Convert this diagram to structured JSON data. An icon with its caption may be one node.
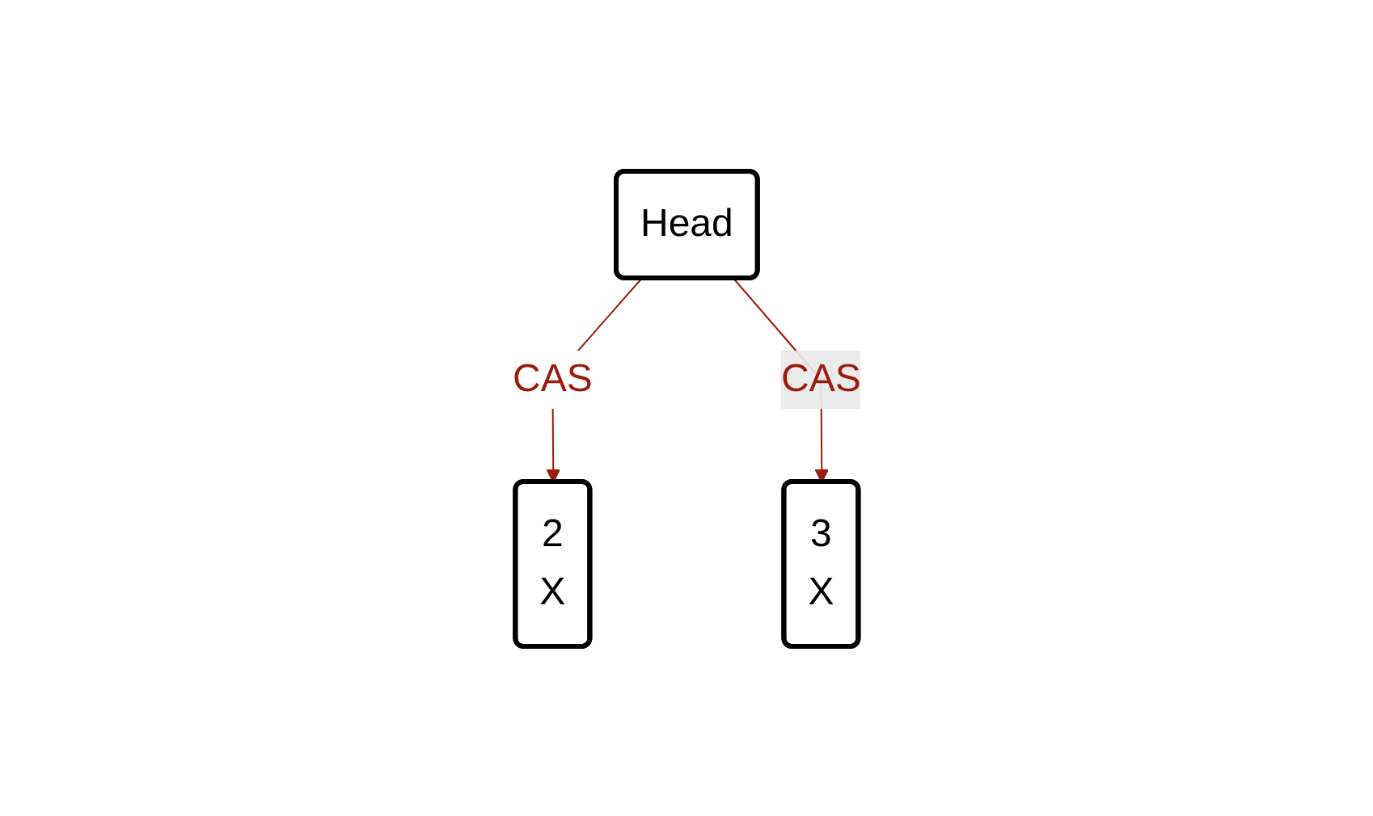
{
  "diagram": {
    "nodes": [
      {
        "text": [
          "Head"
        ]
      },
      {
        "text": [
          "2",
          "X"
        ]
      },
      {
        "text": [
          "3",
          "X"
        ]
      }
    ],
    "edges": [
      {
        "from": 0,
        "to": 1,
        "arrow": "to",
        "label": "CAS",
        "color": "#9b1c0c"
      },
      {
        "from": 0,
        "to": 2,
        "arrow": "to",
        "label": "CAS",
        "color": "#9b1c0c"
      }
    ]
  }
}
